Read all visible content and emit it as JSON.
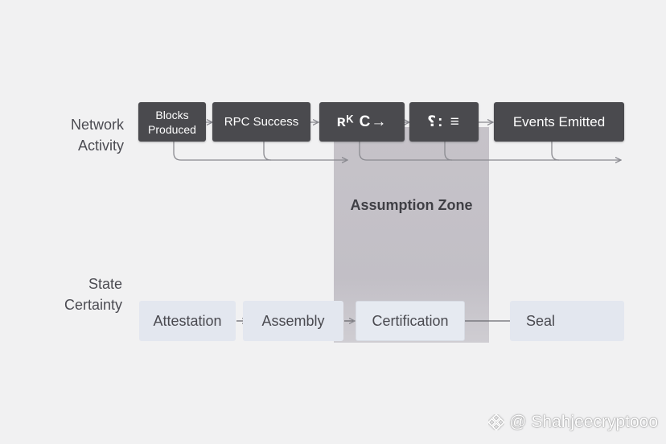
{
  "rows": {
    "network_label": [
      "Network",
      "Activity"
    ],
    "state_label": [
      "State",
      "Certainty"
    ]
  },
  "zone": {
    "label": "Assumption Zone"
  },
  "network_nodes": [
    {
      "label_lines": [
        "Blocks",
        "Produced"
      ]
    },
    {
      "label_lines": [
        "RPC Success"
      ]
    },
    {
      "label_lines": [
        "ʀᴷ C→"
      ]
    },
    {
      "label_lines": [
        "⸮: ≡"
      ]
    },
    {
      "label_lines": [
        "Events Emitted"
      ]
    }
  ],
  "state_nodes": [
    {
      "label": "Attestation"
    },
    {
      "label": "Assembly"
    },
    {
      "label": "Certification"
    },
    {
      "label": "Seal"
    }
  ],
  "watermark": {
    "text": "@ Shahjeecryptooo"
  },
  "colors": {
    "dark_node": "#4a4a4e",
    "light_node": "#e3e7ef",
    "zone": "#c4c1c8",
    "background": "#f1f1f2"
  }
}
